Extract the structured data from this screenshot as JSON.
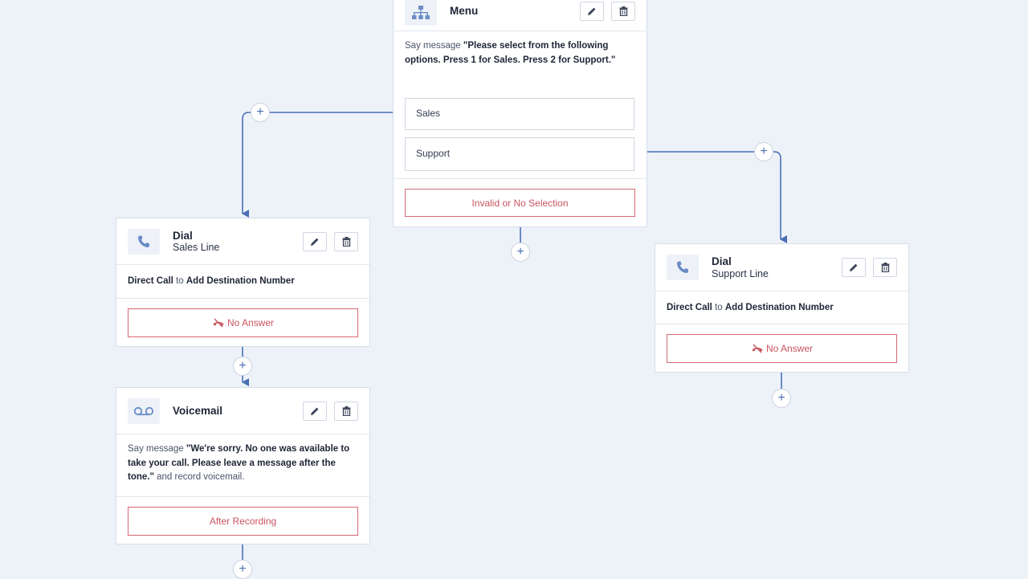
{
  "menu": {
    "title": "Menu",
    "say_prefix": "Say message ",
    "message": "\"Please select from the following options. Press 1 for Sales. Press 2 for Support.\"",
    "options": [
      "Sales",
      "Support"
    ],
    "invalid_label": "Invalid or No Selection",
    "icon": "sitemap-icon"
  },
  "dial_sales": {
    "title": "Dial",
    "subtitle": "Sales Line",
    "direct": "Direct Call",
    "to": " to ",
    "destination": "Add Destination Number",
    "no_answer": "No Answer",
    "icon": "phone-icon"
  },
  "dial_support": {
    "title": "Dial",
    "subtitle": "Support Line",
    "direct": "Direct Call",
    "to": " to ",
    "destination": "Add Destination Number",
    "no_answer": "No Answer",
    "icon": "phone-icon"
  },
  "voicemail": {
    "title": "Voicemail",
    "say_prefix": "Say message ",
    "message": "\"We're sorry. No one was available to take your call. Please leave a message after the tone.\"",
    "suffix": " and record voicemail.",
    "after_label": "After Recording",
    "icon": "voicemail-icon"
  },
  "plus_symbol": "+",
  "colors": {
    "background": "#edf2f9",
    "connector": "#4a6fb5",
    "danger": "#c9545f",
    "icon": "#6b8cc7"
  }
}
